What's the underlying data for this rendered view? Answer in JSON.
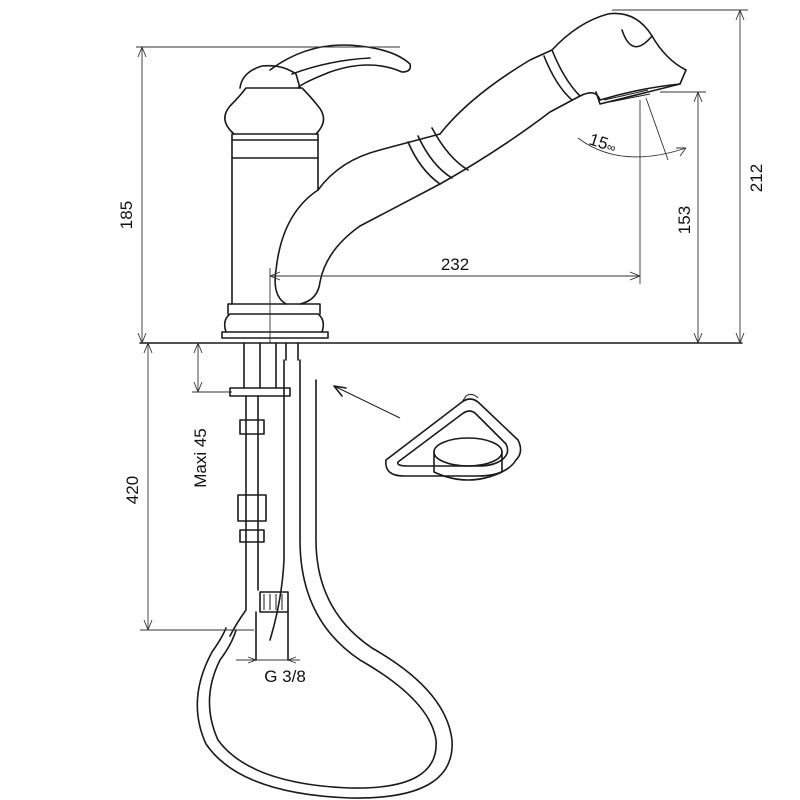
{
  "dimensions": {
    "height_body": "185",
    "total_height": "212",
    "spout_height": "153",
    "reach": "232",
    "angle": "15",
    "angle_unit": "∞",
    "below_counter": "420",
    "max_thickness": "Maxi 45",
    "connection": "G 3/8"
  },
  "colors": {
    "line": "#1a1a1a",
    "background": "#ffffff"
  }
}
